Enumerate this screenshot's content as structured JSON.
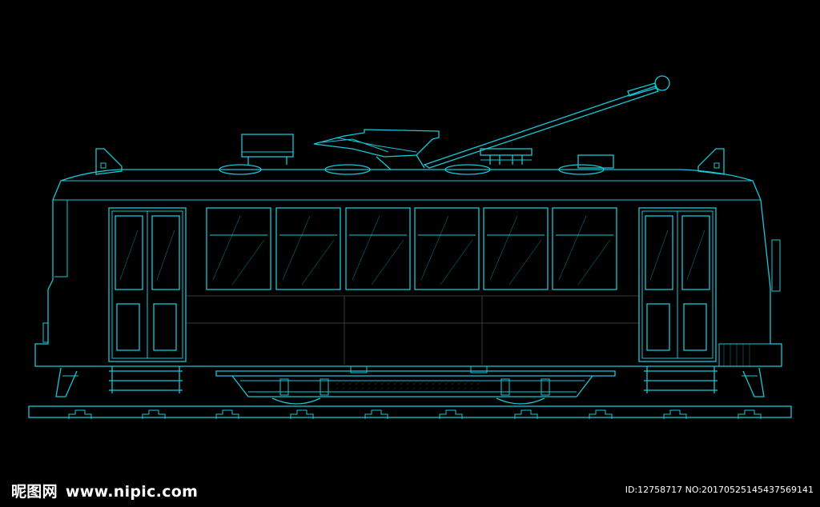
{
  "watermark": {
    "brand": "昵图网",
    "url": "www.nipic.com",
    "id_line": "ID:12758717 NO:20170525145437569141"
  },
  "colors": {
    "background": "#000000",
    "line": "#16c8d8",
    "detail": "#3a3a3a",
    "watermark_text": "#ffffff"
  }
}
